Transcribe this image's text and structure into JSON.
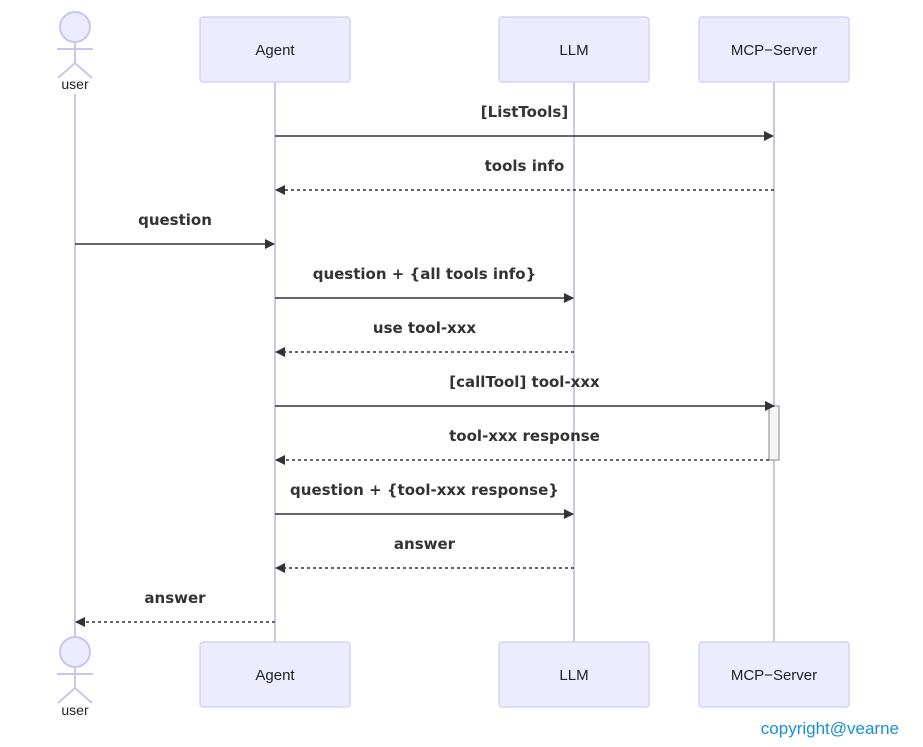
{
  "participants": {
    "user": "user",
    "agent": "Agent",
    "llm": "LLM",
    "mcp": "MCP−Server"
  },
  "messages": [
    {
      "from": "agent",
      "to": "mcp",
      "label": "[ListTools]",
      "style": "solid"
    },
    {
      "from": "mcp",
      "to": "agent",
      "label": "tools info",
      "style": "dashed"
    },
    {
      "from": "user",
      "to": "agent",
      "label": "question",
      "style": "solid"
    },
    {
      "from": "agent",
      "to": "llm",
      "label": "question + {all tools info}",
      "style": "solid"
    },
    {
      "from": "llm",
      "to": "agent",
      "label": "use tool-xxx",
      "style": "dashed"
    },
    {
      "from": "agent",
      "to": "mcp",
      "label": "[callTool] tool-xxx",
      "style": "solid"
    },
    {
      "from": "mcp",
      "to": "agent",
      "label": "tool-xxx response",
      "style": "dashed"
    },
    {
      "from": "agent",
      "to": "llm",
      "label": "question + {tool-xxx response}",
      "style": "solid"
    },
    {
      "from": "llm",
      "to": "agent",
      "label": "answer",
      "style": "dashed"
    },
    {
      "from": "agent",
      "to": "user",
      "label": "answer",
      "style": "dashed"
    }
  ],
  "footer": {
    "copyright": "copyright@vearne"
  },
  "colors": {
    "actor_fill": "#ececff",
    "lifeline": "#c9c7ea",
    "message": "#333333",
    "copyright": "#1a8fd1"
  }
}
